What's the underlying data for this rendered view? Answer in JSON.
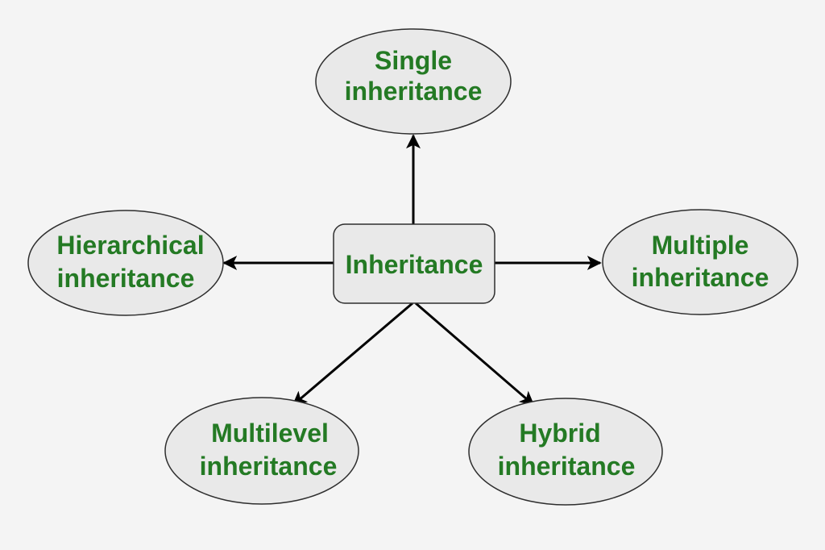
{
  "diagram": {
    "text_color": "#247a24",
    "fill_color": "#e9e9e9",
    "center": {
      "lines": [
        "Inheritance"
      ]
    },
    "nodes": [
      {
        "id": "single",
        "lines": [
          "Single",
          "inheritance"
        ]
      },
      {
        "id": "hierarchical",
        "lines": [
          "Hierarchical",
          "inheritance"
        ]
      },
      {
        "id": "multiple",
        "lines": [
          "Multiple",
          "inheritance"
        ]
      },
      {
        "id": "multilevel",
        "lines": [
          "Multilevel",
          "inheritance"
        ]
      },
      {
        "id": "hybrid",
        "lines": [
          "Hybrid",
          "inheritance"
        ]
      }
    ],
    "edges": [
      {
        "from": "center",
        "to": "single"
      },
      {
        "from": "center",
        "to": "hierarchical"
      },
      {
        "from": "center",
        "to": "multiple"
      },
      {
        "from": "center",
        "to": "multilevel"
      },
      {
        "from": "center",
        "to": "hybrid"
      }
    ]
  }
}
